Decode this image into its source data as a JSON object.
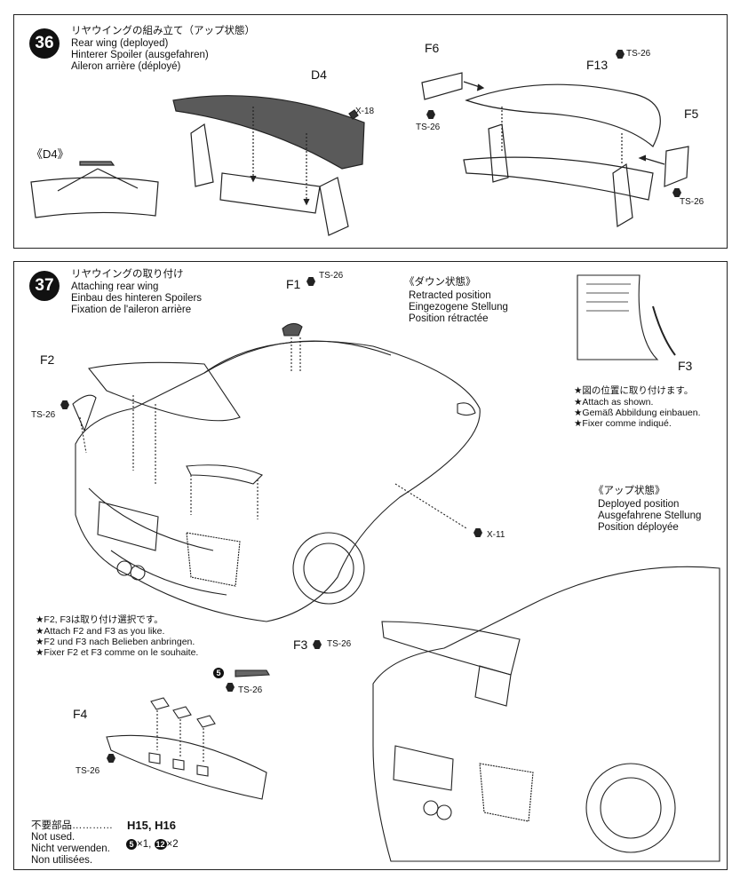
{
  "step36": {
    "number": "36",
    "title_jp": "リヤウイングの組み立て（アップ状態）",
    "title_en": "Rear wing (deployed)",
    "title_de": "Hinterer Spoiler (ausgefahren)",
    "title_fr": "Aileron arrière (déployé)",
    "part_d4": "D4",
    "part_d4_detail": "《D4》",
    "screw_x18": "X-18",
    "part_f6": "F6",
    "part_f13": "F13",
    "part_f5": "F5",
    "paint_ts26_a": "TS-26",
    "paint_ts26_b": "TS-26",
    "paint_ts26_c": "TS-26"
  },
  "step37": {
    "number": "37",
    "title_jp": "リヤウイングの取り付け",
    "title_en": "Attaching rear wing",
    "title_de": "Einbau des hinteren Spoilers",
    "title_fr": "Fixation de l'aileron arrière",
    "part_f1": "F1",
    "paint_f1": "TS-26",
    "part_f2": "F2",
    "paint_f2": "TS-26",
    "part_f3_bottom": "F3",
    "paint_f3": "TS-26",
    "screw_x11": "X-11",
    "retracted_jp": "《ダウン状態》",
    "retracted_en": "Retracted position",
    "retracted_de": "Eingezogene Stellung",
    "retracted_fr": "Position rétractée",
    "inset_part_f3": "F3",
    "attach_jp": "★図の位置に取り付けます。",
    "attach_en": "★Attach as shown.",
    "attach_de": "★Gemäß Abbildung einbauen.",
    "attach_fr": "★Fixer comme indiqué.",
    "deployed_jp": "《アップ状態》",
    "deployed_en": "Deployed position",
    "deployed_de": "Ausgefahrene Stellung",
    "deployed_fr": "Position déployée",
    "note_jp": "★F2, F3は取り付け選択です。",
    "note_en": "★Attach F2 and F3 as you like.",
    "note_de": "★F2 und F3 nach Belieben anbringen.",
    "note_fr": "★Fixer F2 et F3 comme on le souhaite.",
    "part_f4": "F4",
    "paint_f4": "TS-26",
    "paint_tube": "TS-26",
    "tube_num": "5",
    "unused_jp": "不要部品…………",
    "unused_parts": "H15, H16",
    "unused_en": "Not used.",
    "unused_de": "Nicht verwenden.",
    "unused_fr": "Non utilisées.",
    "unused_count_a_num": "5",
    "unused_count_a": "×1,",
    "unused_count_b_num": "12",
    "unused_count_b": "×2"
  }
}
